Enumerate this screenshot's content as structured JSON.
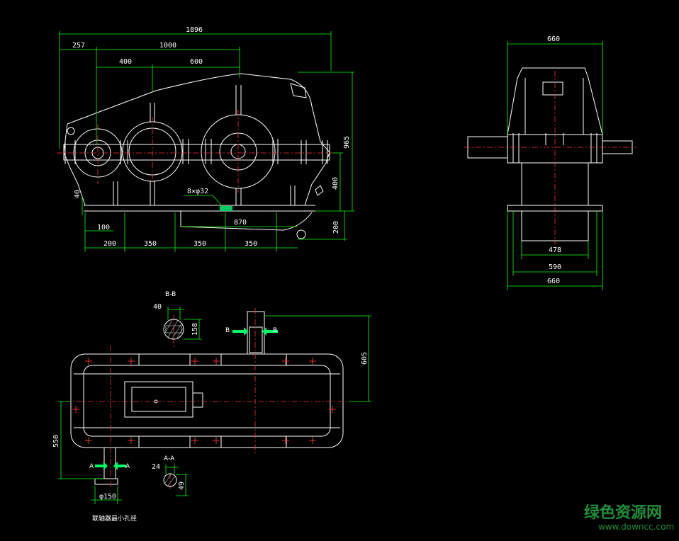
{
  "front_view": {
    "dims": {
      "overall_length": "1896",
      "left_offset": "257",
      "center_distance_total": "1000",
      "center_distance_1": "400",
      "center_distance_2": "600",
      "total_height": "965",
      "shaft_height": "400",
      "base_height": "200",
      "base_thickness": "40",
      "foot_hole": "100",
      "foot_pitch_1": "200",
      "foot_pitch_2": "350",
      "foot_pitch_3": "350",
      "foot_pitch_4": "350",
      "bolt_span": "870",
      "bolt_holes": "8×φ32"
    }
  },
  "side_view": {
    "dims": {
      "top_width": "660",
      "inner_width": "478",
      "foot_span": "590",
      "base_width": "660"
    }
  },
  "plan_view": {
    "dims": {
      "shaft_projection": "605",
      "input_offset": "550",
      "coupling_dia": "φ150"
    },
    "section_bb": {
      "title": "B-B",
      "key_width": "40",
      "shaft_dim": "158"
    },
    "section_aa": {
      "title": "A-A",
      "key_width": "24",
      "shaft_dim": "49"
    },
    "arrow_b_left": "B",
    "arrow_b_right": "B",
    "arrow_a_left": "A",
    "arrow_a_right": "A",
    "coupling_note": "联轴器最小孔径"
  },
  "watermark": {
    "site_name": "绿色资源网",
    "url": "www.downcc.com"
  },
  "colors": {
    "background": "#000000",
    "outline": "#ffffff",
    "dimension": "#00ff00",
    "centerline": "#ff0000",
    "watermark": "#1f8f3a"
  }
}
